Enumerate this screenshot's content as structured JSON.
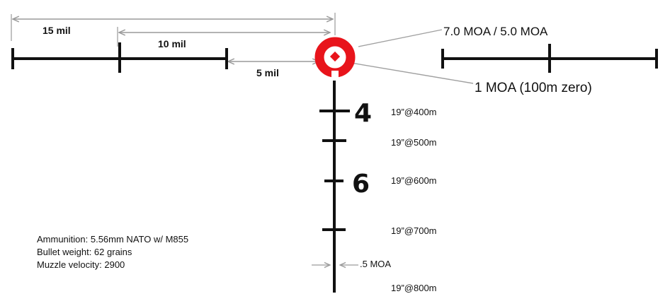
{
  "diagram": {
    "span_labels": {
      "fifteen": "15 mil",
      "ten": "10 mil",
      "five": "5 mil"
    },
    "callouts": {
      "ring": "7.0 MOA / 5.0 MOA",
      "dot": "1 MOA (100m zero)",
      "line_width": ".5 MOA"
    },
    "stadia_numbers": [
      "4",
      "6"
    ],
    "target_labels": [
      "19”@400m",
      "19”@500m",
      "19”@600m",
      "19”@700m",
      "19”@800m"
    ],
    "specs": [
      "Ammunition: 5.56mm NATO w/ M855",
      "Bullet weight: 62 grains",
      "Muzzle velocity: 2900"
    ],
    "colors": {
      "reticle": "#111111",
      "ring": "#e8141b",
      "dimension": "#9a9a9a"
    }
  }
}
